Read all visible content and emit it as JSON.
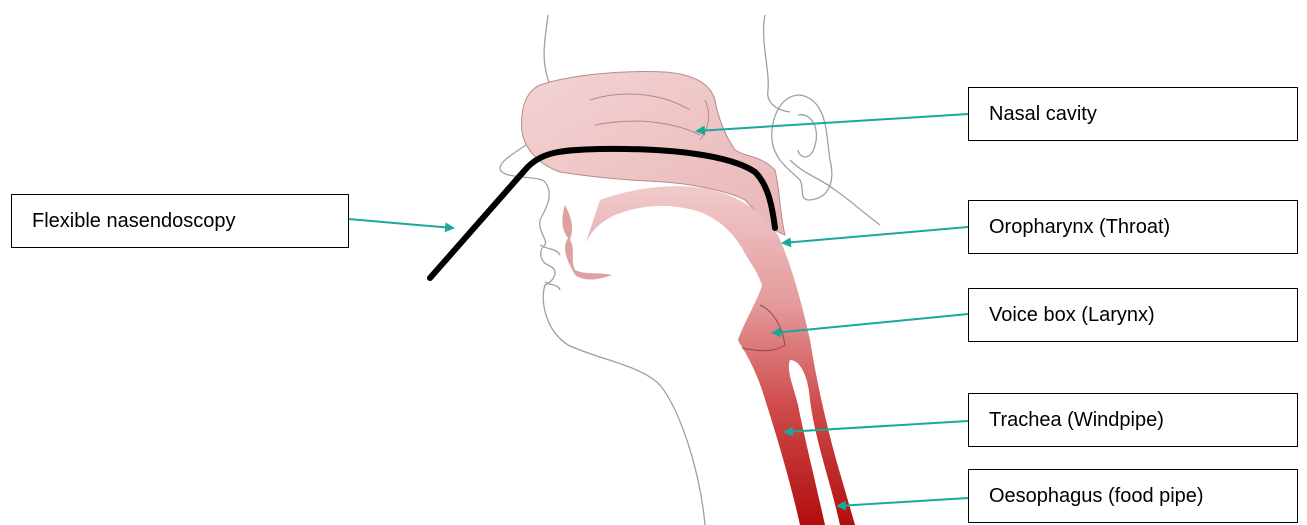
{
  "labels": {
    "flexible_nasendoscopy": "Flexible nasendoscopy",
    "nasal_cavity": "Nasal cavity",
    "oropharynx": "Oropharynx (Throat)",
    "voice_box": "Voice box (Larynx)",
    "trachea": "Trachea (Windpipe)",
    "oesophagus": "Oesophagus (food pipe)"
  },
  "colors": {
    "arrow": "#1aa89a",
    "tissue_light": "#f1c9c9",
    "tissue_dark": "#b81010",
    "outline": "#9a9a9a",
    "scope": "#000000"
  }
}
